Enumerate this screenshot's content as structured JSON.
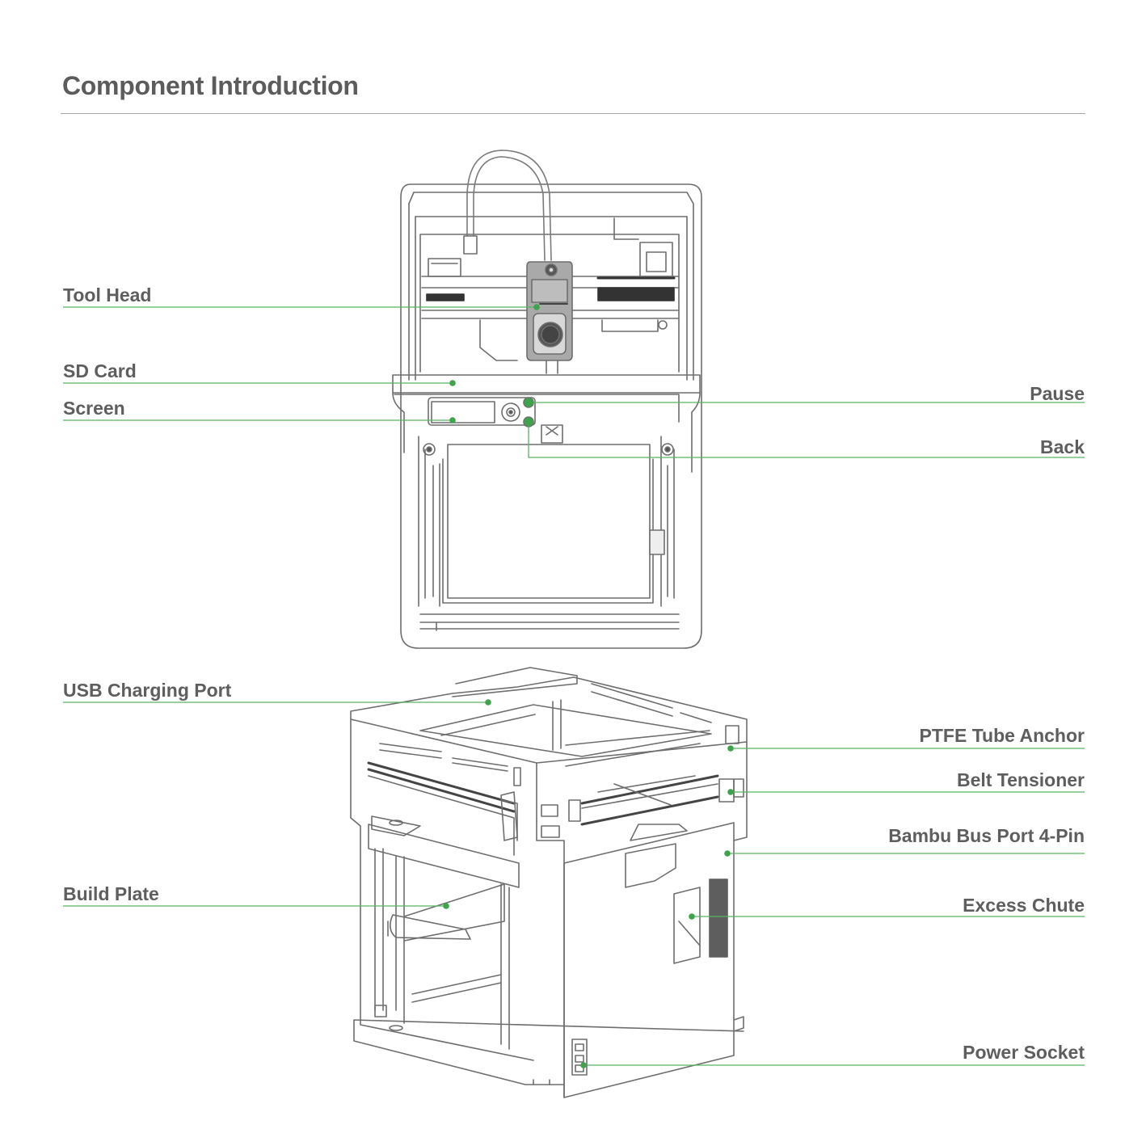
{
  "title": "Component Introduction",
  "accent_color": "#3fa34d",
  "line_color": "#56b463",
  "callouts": {
    "tool_head": "Tool Head",
    "sd_card": "SD Card",
    "screen": "Screen",
    "pause": "Pause",
    "back": "Back",
    "usb_charging_port": "USB Charging Port",
    "ptfe_tube_anchor": "PTFE Tube Anchor",
    "belt_tensioner": "Belt Tensioner",
    "bambu_bus_port": "Bambu Bus Port 4-Pin",
    "build_plate": "Build Plate",
    "excess_chute": "Excess Chute",
    "power_socket": "Power Socket"
  }
}
